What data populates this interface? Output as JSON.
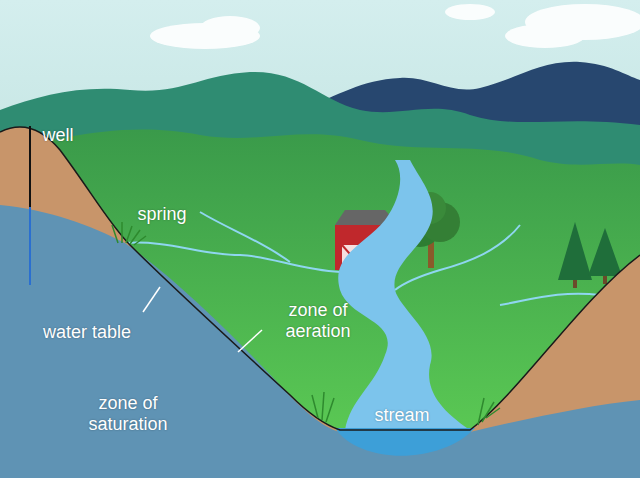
{
  "diagram": {
    "labels": [
      "well",
      "spring",
      "water table",
      "zone of aeration",
      "zone of saturation",
      "stream"
    ]
  }
}
